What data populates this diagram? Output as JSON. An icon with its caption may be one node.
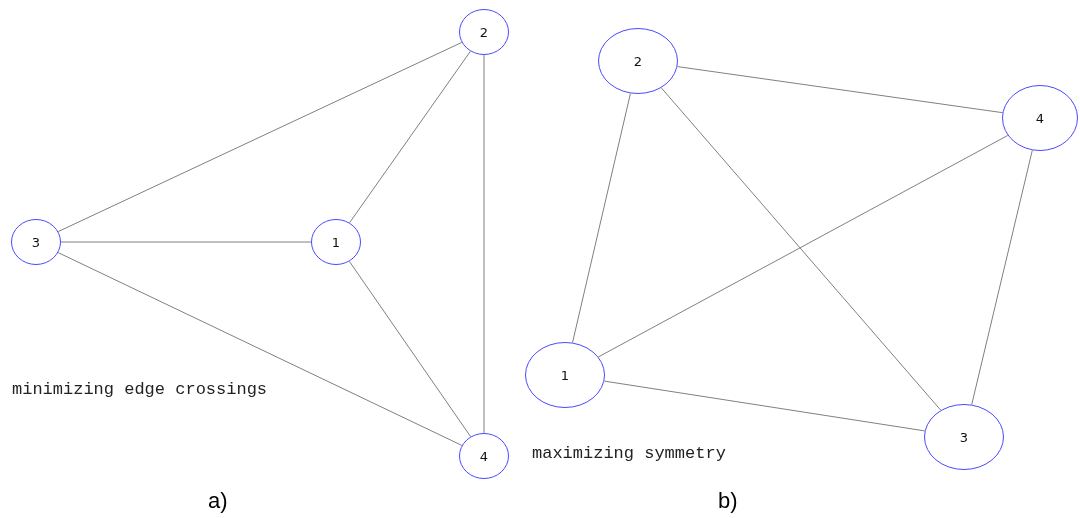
{
  "diagram": {
    "nodes": [
      {
        "text": [
          "2"
        ]
      },
      {
        "text": [
          "3"
        ]
      },
      {
        "text": [
          "1"
        ]
      },
      {
        "text": [
          "4"
        ]
      },
      {
        "text": [
          "2"
        ]
      },
      {
        "text": [
          "4"
        ]
      },
      {
        "text": [
          "1"
        ]
      },
      {
        "text": [
          "3"
        ]
      }
    ],
    "edges": [
      {
        "from": 0,
        "to": 1,
        "arrow": "none"
      },
      {
        "from": 0,
        "to": 2,
        "arrow": "none"
      },
      {
        "from": 0,
        "to": 3,
        "arrow": "none"
      },
      {
        "from": 1,
        "to": 2,
        "arrow": "none"
      },
      {
        "from": 1,
        "to": 3,
        "arrow": "none"
      },
      {
        "from": 2,
        "to": 3,
        "arrow": "none"
      },
      {
        "from": 4,
        "to": 5,
        "arrow": "none"
      },
      {
        "from": 4,
        "to": 6,
        "arrow": "none"
      },
      {
        "from": 4,
        "to": 7,
        "arrow": "none"
      },
      {
        "from": 5,
        "to": 6,
        "arrow": "none"
      },
      {
        "from": 5,
        "to": 7,
        "arrow": "none"
      },
      {
        "from": 6,
        "to": 7,
        "arrow": "none"
      }
    ],
    "labels": [
      "minimizing edge crossings",
      "maximizing symmetry",
      "a)",
      "b)"
    ]
  }
}
